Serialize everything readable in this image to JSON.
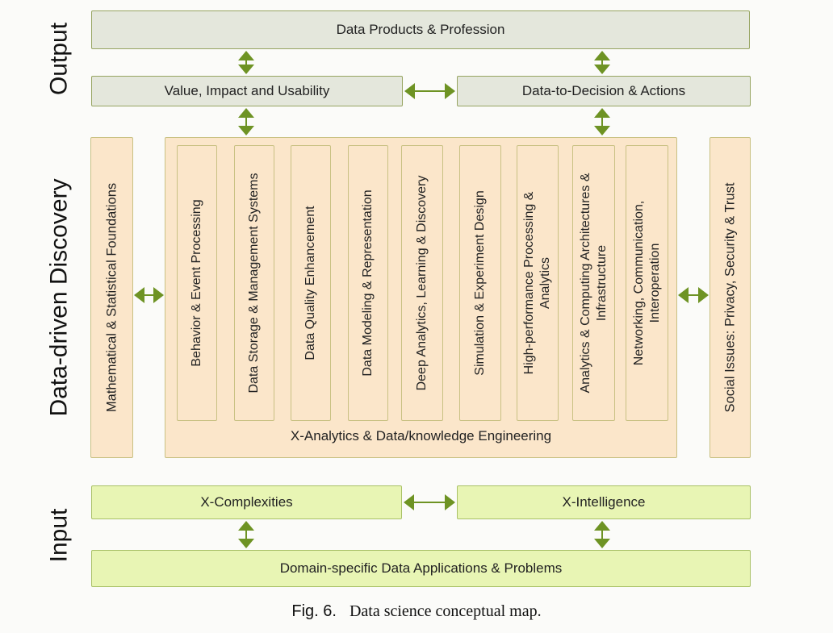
{
  "side_labels": {
    "output": "Output",
    "discovery": "Data-driven Discovery",
    "input": "Input"
  },
  "output_section": {
    "data_products": "Data Products & Profession",
    "value_impact": "Value, Impact and Usability",
    "data_to_decision": "Data-to-Decision & Actions"
  },
  "discovery_section": {
    "math_foundations": "Mathematical & Statistical Foundations",
    "social_issues": "Social Issues: Privacy, Security & Trust",
    "engine": "X-Analytics & Data/knowledge Engineering",
    "columns": [
      "Behavior & Event Processing",
      "Data Storage & Management Systems",
      "Data Quality Enhancement",
      "Data Modeling & Representation",
      "Deep Analytics, Learning & Discovery",
      "Simulation & Experiment Design",
      "High-performance Processing &\nAnalytics",
      "Analytics & Computing Architectures &\nInfrastructure",
      "Networking, Communication,\nInteroperation"
    ]
  },
  "input_section": {
    "x_complexities": "X-Complexities",
    "x_intelligence": "X-Intelligence",
    "domain_apps": "Domain-specific Data Applications & Problems"
  },
  "caption": {
    "fig_label": "Fig. 6.",
    "text": "Data science conceptual map."
  },
  "colors": {
    "grey_fill": "#e4e7dc",
    "tan_fill": "#fbe6ca",
    "green_fill": "#e8f5b4",
    "arrow_green": "#6e9324",
    "border_olive": "#97a562",
    "border_tan": "#c9c183",
    "border_green": "#a9c167"
  }
}
